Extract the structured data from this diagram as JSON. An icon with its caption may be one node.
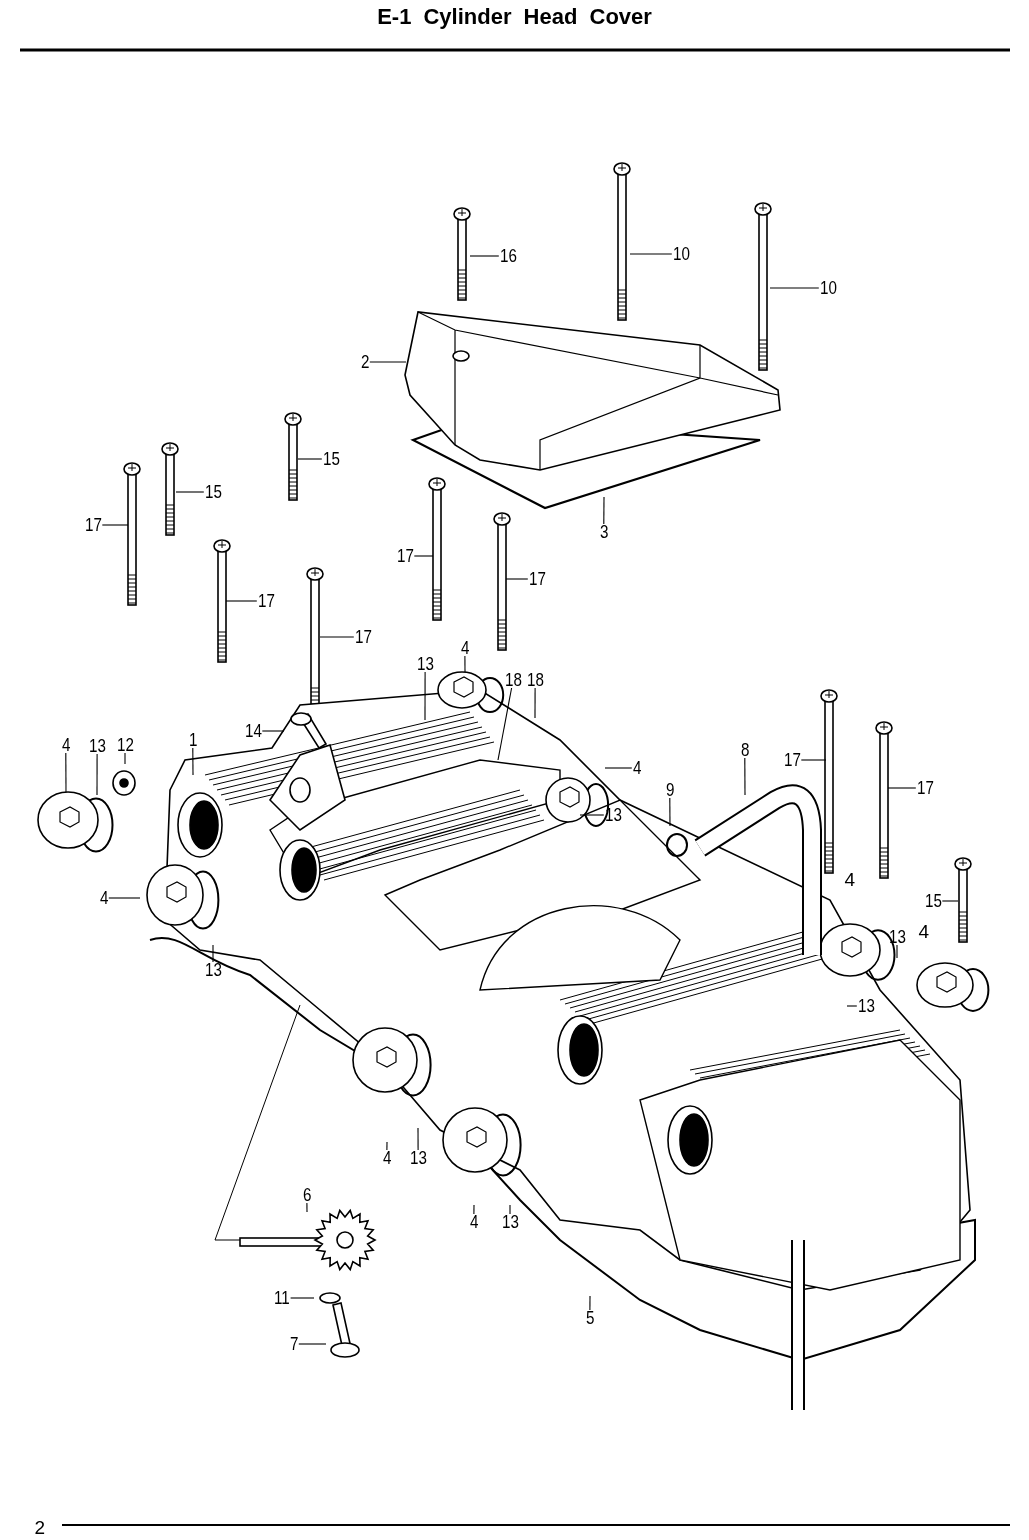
{
  "diagram": {
    "title": "E-1 Cylinder Head Cover",
    "nodes": [
      {
        "text": [
          "16"
        ]
      },
      {
        "text": [
          "10"
        ]
      },
      {
        "text": [
          "10"
        ]
      },
      {
        "text": [
          "2"
        ]
      },
      {
        "text": [
          "15"
        ]
      },
      {
        "text": [
          "15"
        ]
      },
      {
        "text": [
          "17"
        ]
      },
      {
        "text": [
          "3"
        ]
      },
      {
        "text": [
          "17"
        ]
      },
      {
        "text": [
          "17"
        ]
      },
      {
        "text": [
          "17"
        ]
      },
      {
        "text": [
          "17"
        ]
      },
      {
        "text": [
          "13"
        ]
      },
      {
        "text": [
          "4"
        ]
      },
      {
        "text": [
          "18"
        ]
      },
      {
        "text": [
          "18"
        ]
      },
      {
        "text": [
          "14"
        ]
      },
      {
        "text": [
          "4"
        ]
      },
      {
        "text": [
          "13"
        ]
      },
      {
        "text": [
          "12"
        ]
      },
      {
        "text": [
          "1"
        ]
      },
      {
        "text": [
          "4"
        ]
      },
      {
        "text": [
          "13"
        ]
      },
      {
        "text": [
          "9"
        ]
      },
      {
        "text": [
          "8"
        ]
      },
      {
        "text": [
          "17"
        ]
      },
      {
        "text": [
          "17"
        ]
      },
      {
        "text": [
          "4"
        ]
      },
      {
        "text": [
          "13"
        ]
      },
      {
        "text": [
          "15"
        ]
      },
      {
        "text": [
          "13"
        ]
      },
      {
        "text": [
          "13"
        ]
      },
      {
        "text": [
          "4"
        ]
      },
      {
        "text": [
          "13"
        ]
      },
      {
        "text": [
          "4"
        ]
      },
      {
        "text": [
          "13"
        ]
      },
      {
        "text": [
          "6"
        ]
      },
      {
        "text": [
          "11"
        ]
      },
      {
        "text": [
          "7"
        ]
      },
      {
        "text": [
          "5"
        ]
      }
    ],
    "edges": [
      {
        "from": 0,
        "to": null,
        "arrow": "none"
      },
      {
        "from": 1,
        "to": null,
        "arrow": "none"
      },
      {
        "from": 2,
        "to": null,
        "arrow": "none"
      },
      {
        "from": 3,
        "to": null,
        "arrow": "none"
      },
      {
        "from": 4,
        "to": null,
        "arrow": "none"
      },
      {
        "from": 5,
        "to": null,
        "arrow": "none"
      },
      {
        "from": 6,
        "to": null,
        "arrow": "none"
      },
      {
        "from": 7,
        "to": null,
        "arrow": "none"
      },
      {
        "from": 8,
        "to": null,
        "arrow": "none"
      },
      {
        "from": 9,
        "to": null,
        "arrow": "none"
      },
      {
        "from": 10,
        "to": null,
        "arrow": "none"
      },
      {
        "from": 11,
        "to": null,
        "arrow": "none"
      },
      {
        "from": 12,
        "to": null,
        "arrow": "none"
      },
      {
        "from": 13,
        "to": null,
        "arrow": "none"
      },
      {
        "from": 14,
        "to": null,
        "arrow": "none"
      },
      {
        "from": 15,
        "to": null,
        "arrow": "none"
      },
      {
        "from": 16,
        "to": null,
        "arrow": "none"
      },
      {
        "from": 17,
        "to": null,
        "arrow": "none"
      },
      {
        "from": 18,
        "to": null,
        "arrow": "none"
      },
      {
        "from": 19,
        "to": null,
        "arrow": "none"
      },
      {
        "from": 20,
        "to": null,
        "arrow": "none"
      },
      {
        "from": 21,
        "to": null,
        "arrow": "none"
      },
      {
        "from": 22,
        "to": null,
        "arrow": "none"
      },
      {
        "from": 23,
        "to": null,
        "arrow": "none"
      },
      {
        "from": 24,
        "to": null,
        "arrow": "none"
      },
      {
        "from": 25,
        "to": null,
        "arrow": "none"
      },
      {
        "from": 26,
        "to": null,
        "arrow": "none"
      },
      {
        "from": 27,
        "to": null,
        "arrow": "none"
      },
      {
        "from": 28,
        "to": null,
        "arrow": "none"
      },
      {
        "from": 29,
        "to": null,
        "arrow": "none"
      },
      {
        "from": 30,
        "to": null,
        "arrow": "none"
      },
      {
        "from": 31,
        "to": null,
        "arrow": "none"
      },
      {
        "from": 32,
        "to": null,
        "arrow": "none"
      },
      {
        "from": 33,
        "to": null,
        "arrow": "none"
      },
      {
        "from": 34,
        "to": null,
        "arrow": "none"
      },
      {
        "from": 35,
        "to": null,
        "arrow": "none"
      },
      {
        "from": 36,
        "to": null,
        "arrow": "none"
      },
      {
        "from": 37,
        "to": null,
        "arrow": "none"
      },
      {
        "from": 38,
        "to": null,
        "arrow": "none"
      },
      {
        "from": 39,
        "to": null,
        "arrow": "none"
      }
    ],
    "labels": [
      "4",
      "4",
      "2"
    ]
  }
}
